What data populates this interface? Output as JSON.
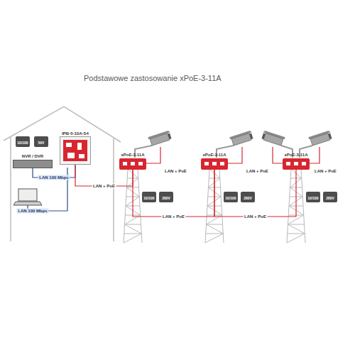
{
  "diagram": {
    "title": "Podstawowe zastosowanie xPoE-3-11A",
    "nodes": [
      {
        "text": [
          "10/100"
        ]
      },
      {
        "text": [
          "50V"
        ]
      },
      {
        "text": [
          "IPB-5-10A-S4"
        ]
      },
      {
        "text": [
          "NVR / DVR"
        ]
      },
      {
        "text": [
          "xPoE-3-11A"
        ]
      },
      {
        "text": [
          "xPoE-3-11A"
        ]
      },
      {
        "text": [
          "xPoE-3-11A"
        ]
      },
      {
        "text": [
          "10/100"
        ]
      },
      {
        "text": [
          "280V"
        ]
      },
      {
        "text": [
          "10/100"
        ]
      },
      {
        "text": [
          "280V"
        ]
      },
      {
        "text": [
          "10/100"
        ]
      },
      {
        "text": [
          "280V"
        ]
      }
    ],
    "edges": [
      {
        "from": 3,
        "to": 2,
        "label": "LAN 100 Mbps",
        "arrow": "none"
      },
      {
        "from": 2,
        "to": 4,
        "label": "LAN + PoE",
        "arrow": "none"
      },
      {
        "from": 4,
        "to": 5,
        "label": "LAN + PoE",
        "arrow": "none"
      },
      {
        "from": 5,
        "to": 6,
        "label": "LAN + PoE",
        "arrow": "none"
      }
    ],
    "labels": [
      "LAN 100 Mbps",
      "LAN + PoE",
      "LAN + PoE",
      "LAN + PoE"
    ]
  }
}
